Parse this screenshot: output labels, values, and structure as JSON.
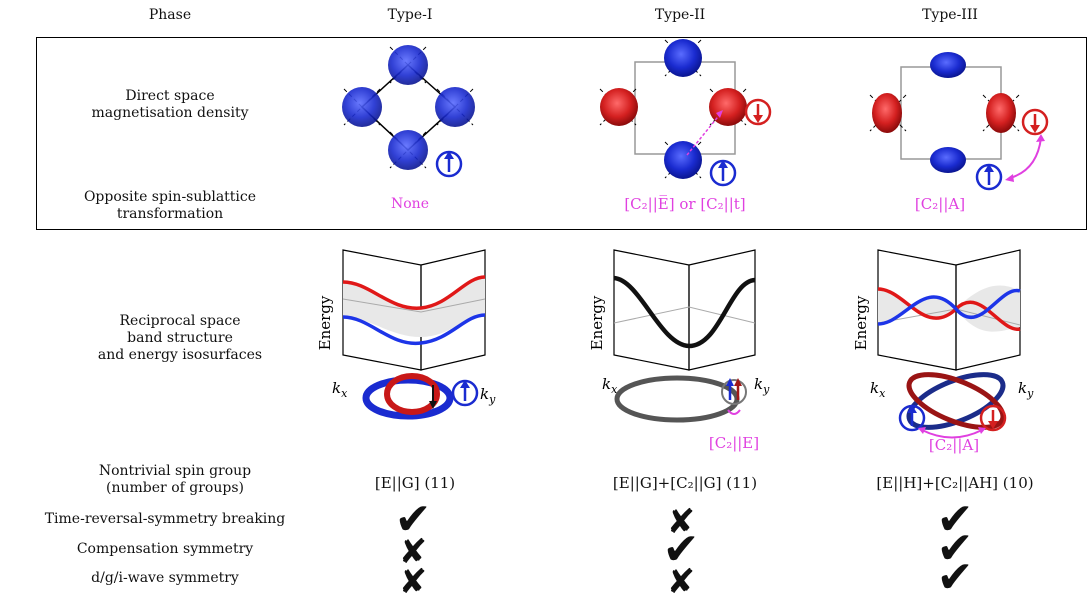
{
  "header": {
    "phase": "Phase",
    "type1": "Type-I",
    "type2": "Type-II",
    "type3": "Type-III"
  },
  "rows": {
    "direct_space": [
      "Direct space",
      "magnetisation density"
    ],
    "opposite_spin": [
      "Opposite spin-sublattice",
      "transformation"
    ],
    "reciprocal": [
      "Reciprocal space",
      "band structure",
      "and energy isosurfaces"
    ],
    "spin_group": [
      "Nontrivial spin group",
      "(number of groups)"
    ],
    "trs_breaking": "Time-reversal-symmetry breaking",
    "compensation": "Compensation symmetry",
    "wave": "d/g/i-wave symmetry"
  },
  "transformations": {
    "type1": "None",
    "type2": "[C₂||E̅] or [C₂||t]",
    "type3": "[C₂||A]"
  },
  "band": {
    "energy_axis": "Energy",
    "kx": "kx",
    "ky": "ky",
    "type2_transform": "[C₂||E]",
    "type3_transform": "[C₂||A]"
  },
  "spin_groups": {
    "type1": "[E||G] (11)",
    "type2": "[E||G]+[C₂||G] (11)",
    "type3": "[E||H]+[C₂||AH] (10)"
  },
  "properties": {
    "type1": [
      "✔",
      "✘",
      "✘"
    ],
    "type2": [
      "✘",
      "✔",
      "✘"
    ],
    "type3": [
      "✔",
      "✔",
      "✔"
    ]
  },
  "colors": {
    "blue": "#1a2bd0",
    "red": "#d42020",
    "magenta": "#e040e0",
    "black": "#111111"
  }
}
